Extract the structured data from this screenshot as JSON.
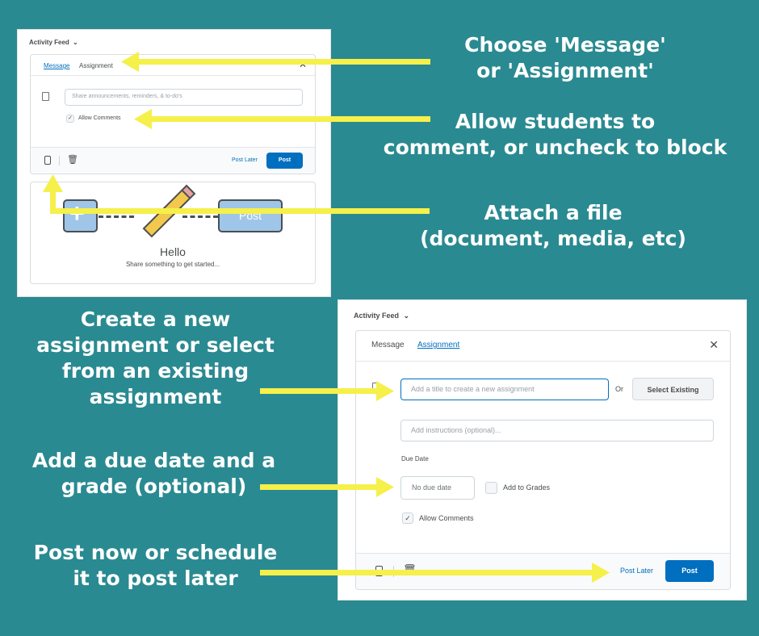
{
  "callouts": {
    "message_or_assignment": "Choose 'Message'\nor 'Assignment'",
    "allow_comments": "Allow students to\ncomment, or uncheck to block",
    "attach_file": "Attach a file\n(document, media, etc)",
    "create_assignment": "Create a new\nassignment or select\nfrom an existing\nassignment",
    "due_date_grade": "Add a due date and a\ngrade (optional)",
    "post_later": "Post now or schedule\nit to post later"
  },
  "message_view": {
    "feed_title": "Activity Feed",
    "tabs": [
      "Message",
      "Assignment"
    ],
    "active_tab": "Message",
    "placeholder": "Share announcements, reminders, & to-do's",
    "allow_comments_label": "Allow Comments",
    "allow_comments_checked": true,
    "post_later_label": "Post Later",
    "post_label": "Post",
    "empty_state": {
      "post_graphic_label": "Post",
      "title": "Hello",
      "subtitle": "Share something to get started..."
    }
  },
  "assignment_view": {
    "feed_title": "Activity Feed",
    "tabs": [
      "Message",
      "Assignment"
    ],
    "active_tab": "Assignment",
    "title_placeholder": "Add a title to create a new assignment",
    "or_label": "Or",
    "select_existing_label": "Select Existing",
    "instructions_placeholder": "Add instructions (optional)...",
    "due_date_label": "Due Date",
    "due_date_value": "No due date",
    "add_to_grades_label": "Add to Grades",
    "add_to_grades_checked": false,
    "allow_comments_label": "Allow Comments",
    "allow_comments_checked": true,
    "post_later_label": "Post Later",
    "post_label": "Post"
  },
  "colors": {
    "background": "#2a8a91",
    "arrow": "#f5f04a",
    "primary": "#006fbf"
  }
}
